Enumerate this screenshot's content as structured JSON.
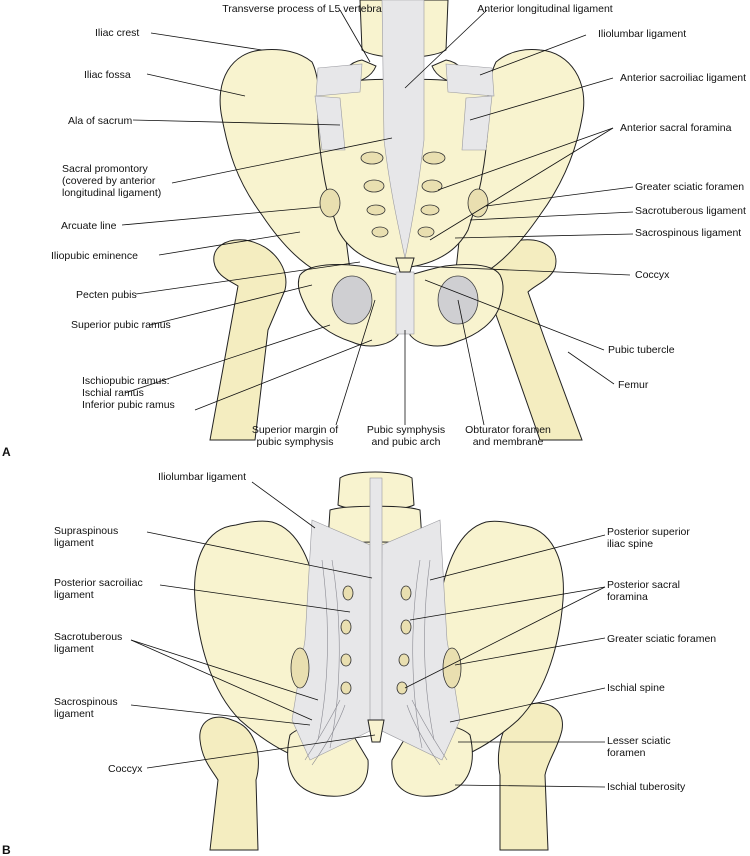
{
  "panel_a": {
    "letter": "A",
    "labels_left": [
      {
        "id": "iliac_crest",
        "lines": [
          "Iliac crest"
        ]
      },
      {
        "id": "iliac_fossa",
        "lines": [
          "Iliac fossa"
        ]
      },
      {
        "id": "ala_sacrum",
        "lines": [
          "Ala of sacrum"
        ]
      },
      {
        "id": "sacral_promontory",
        "lines": [
          "Sacral promontory",
          "(covered by anterior",
          "longitudinal ligament)"
        ]
      },
      {
        "id": "arcuate_line",
        "lines": [
          "Arcuate line"
        ]
      },
      {
        "id": "iliopubic_eminence",
        "lines": [
          "Iliopubic eminence"
        ]
      },
      {
        "id": "pecten_pubis",
        "lines": [
          "Pecten pubis"
        ]
      },
      {
        "id": "superior_pubic_ramus",
        "lines": [
          "Superior pubic ramus"
        ]
      },
      {
        "id": "ischiopubic_ramus",
        "lines": [
          "Ischiopubic ramus:",
          "Ischial ramus",
          "Inferior pubic ramus"
        ]
      }
    ],
    "labels_top": [
      {
        "id": "transverse_process",
        "lines": [
          "Transverse process of L5 vertebra"
        ]
      },
      {
        "id": "anterior_longitudinal",
        "lines": [
          "Anterior longitudinal ligament"
        ]
      }
    ],
    "labels_right": [
      {
        "id": "iliolumbar",
        "lines": [
          "Iliolumbar ligament"
        ]
      },
      {
        "id": "anterior_sacroiliac",
        "lines": [
          "Anterior sacroiliac ligament"
        ]
      },
      {
        "id": "anterior_sacral_foramina",
        "lines": [
          "Anterior sacral foramina"
        ]
      },
      {
        "id": "greater_sciatic",
        "lines": [
          "Greater sciatic foramen"
        ]
      },
      {
        "id": "sacrotuberous",
        "lines": [
          "Sacrotuberous ligament"
        ]
      },
      {
        "id": "sacrospinous",
        "lines": [
          "Sacrospinous ligament"
        ]
      },
      {
        "id": "coccyx",
        "lines": [
          "Coccyx"
        ]
      },
      {
        "id": "pubic_tubercle",
        "lines": [
          "Pubic tubercle"
        ]
      },
      {
        "id": "femur",
        "lines": [
          "Femur"
        ]
      }
    ],
    "labels_bottom": [
      {
        "id": "superior_margin",
        "lines": [
          "Superior margin of",
          "pubic symphysis"
        ]
      },
      {
        "id": "pubic_symphysis",
        "lines": [
          "Pubic symphysis",
          "and pubic arch"
        ]
      },
      {
        "id": "obturator",
        "lines": [
          "Obturator foramen",
          "and membrane"
        ]
      }
    ]
  },
  "panel_b": {
    "letter": "B",
    "labels_top": [
      {
        "id": "iliolumbar_b",
        "lines": [
          "Iliolumbar ligament"
        ]
      }
    ],
    "labels_left": [
      {
        "id": "supraspinous",
        "lines": [
          "Supraspinous",
          "ligament"
        ]
      },
      {
        "id": "posterior_sacroiliac",
        "lines": [
          "Posterior sacroiliac",
          "ligament"
        ]
      },
      {
        "id": "sacrotuberous_b",
        "lines": [
          "Sacrotuberous",
          "ligament"
        ]
      },
      {
        "id": "sacrospinous_b",
        "lines": [
          "Sacrospinous",
          "ligament"
        ]
      },
      {
        "id": "coccyx_b",
        "lines": [
          "Coccyx"
        ]
      }
    ],
    "labels_right": [
      {
        "id": "psis",
        "lines": [
          "Posterior superior",
          "iliac spine"
        ]
      },
      {
        "id": "posterior_sacral_foramina",
        "lines": [
          "Posterior sacral",
          "foramina"
        ]
      },
      {
        "id": "greater_sciatic_b",
        "lines": [
          "Greater sciatic foramen"
        ]
      },
      {
        "id": "ischial_spine",
        "lines": [
          "Ischial spine"
        ]
      },
      {
        "id": "lesser_sciatic",
        "lines": [
          "Lesser sciatic",
          "foramen"
        ]
      },
      {
        "id": "ischial_tuberosity",
        "lines": [
          "Ischial tuberosity"
        ]
      }
    ]
  },
  "colors": {
    "bone": "#f8f3cf",
    "ligament": "#e7e7e9",
    "outline": "#222222"
  }
}
